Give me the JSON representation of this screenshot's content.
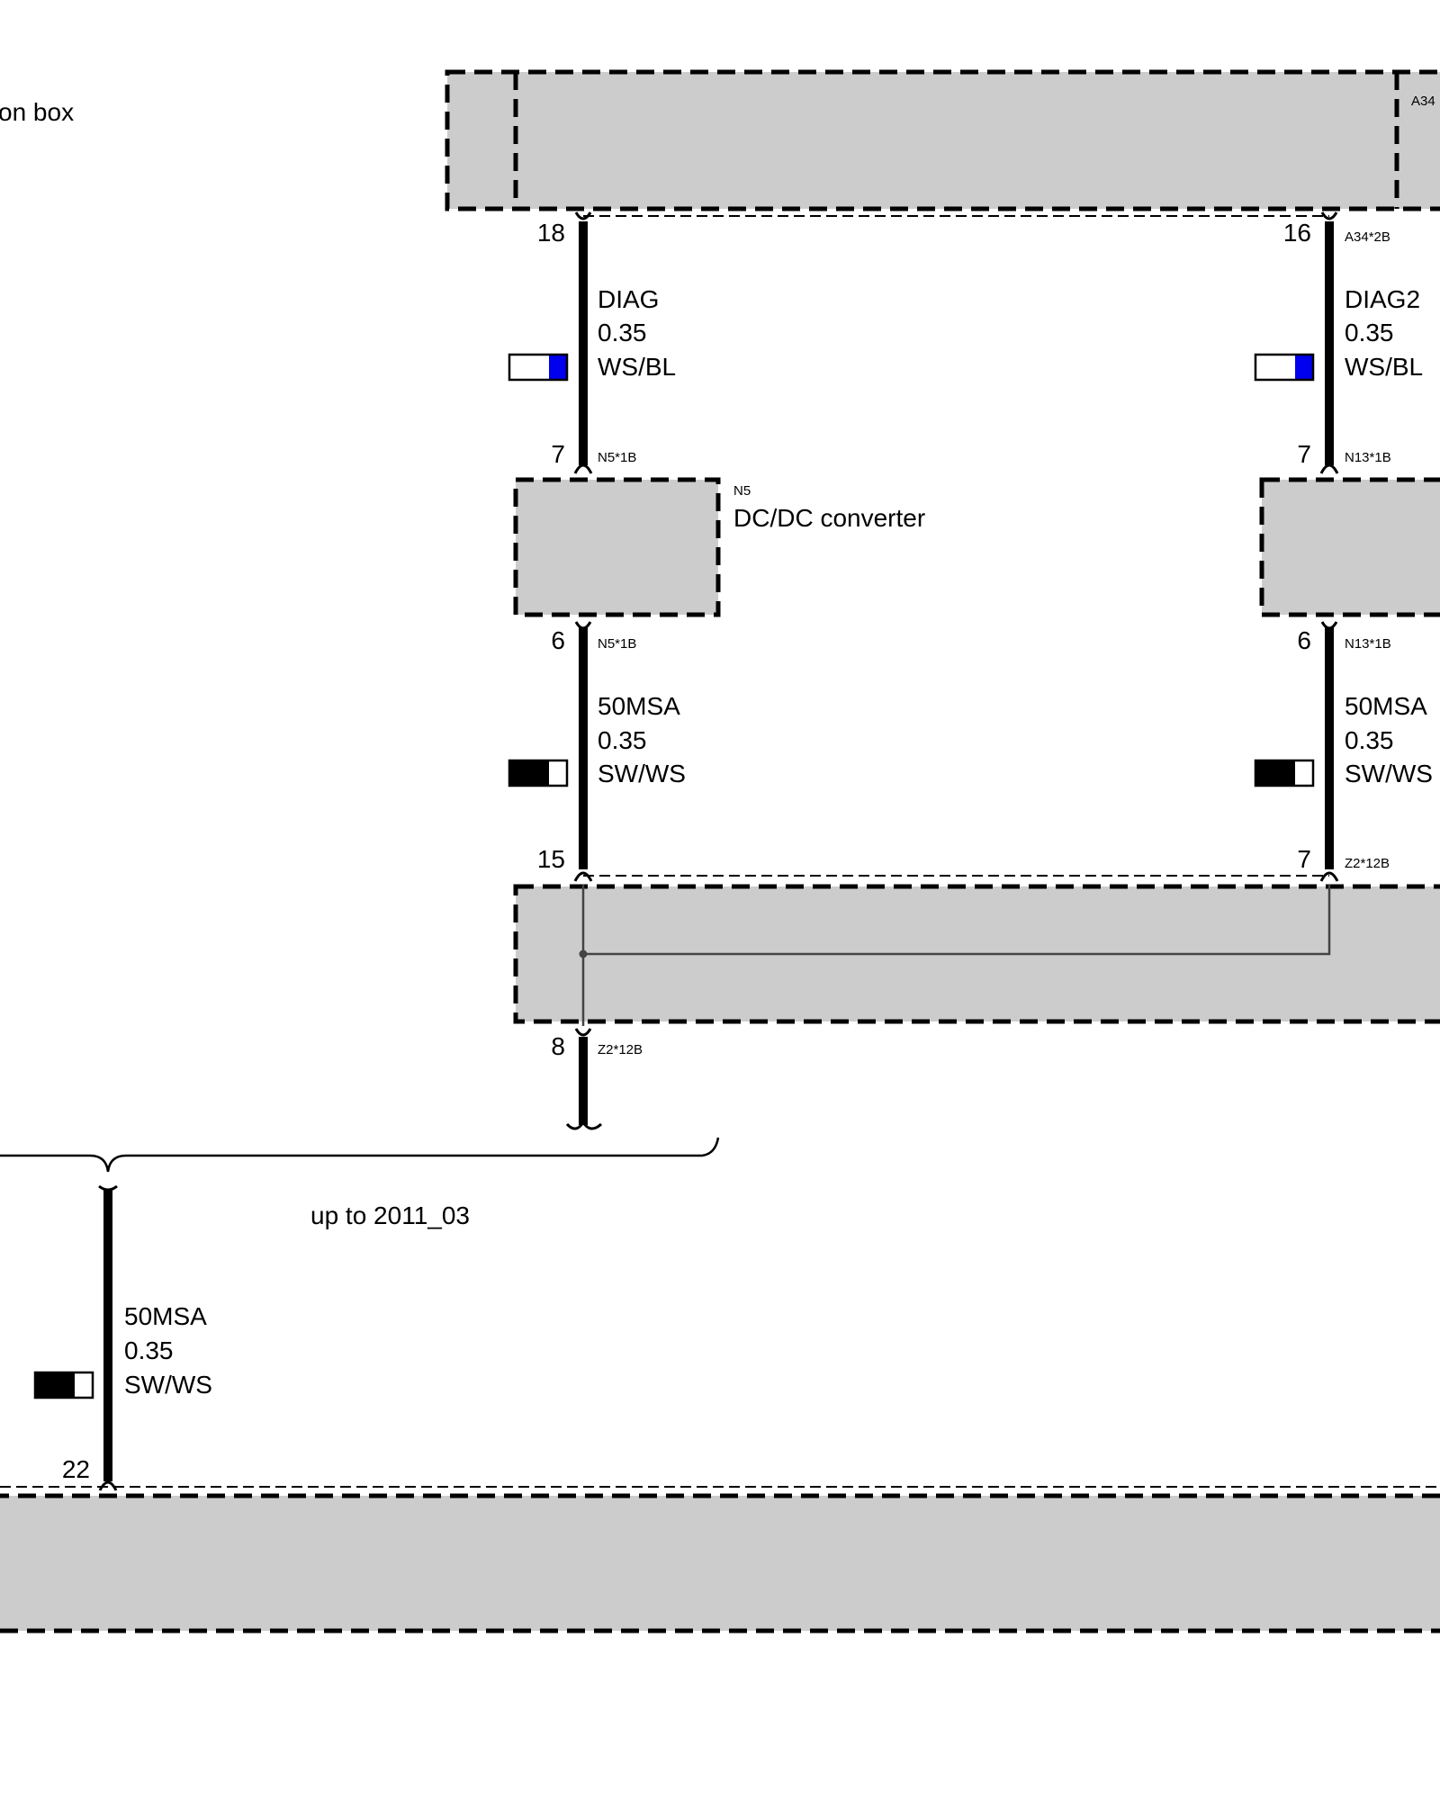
{
  "labels": {
    "junction_box_partial": "on box",
    "a34_tag": "A34",
    "n5_tag": "N5",
    "n5_name": "DC/DC converter",
    "date_range": "up to 2011_03"
  },
  "connectors": {
    "a34_2b": "A34*2B",
    "n5_1b_top": "N5*1B",
    "n13_1b_top": "N13*1B",
    "n5_1b_bottom": "N5*1B",
    "n13_1b_bottom": "N13*1B",
    "z2_12b_right": "Z2*12B",
    "z2_12b_bottom": "Z2*12B"
  },
  "pins": {
    "p18": "18",
    "p16": "16",
    "p7_left": "7",
    "p7_right": "7",
    "p6_left": "6",
    "p6_right": "6",
    "p15": "15",
    "p7_z2": "7",
    "p8": "8",
    "p22": "22"
  },
  "wires": [
    {
      "signal": "DIAG",
      "gauge": "0.35",
      "color": "WS/BL",
      "primary": "#ffffff",
      "secondary": "#0000ee"
    },
    {
      "signal": "DIAG2",
      "gauge": "0.35",
      "color": "WS/BL",
      "primary": "#ffffff",
      "secondary": "#0000ee"
    },
    {
      "signal": "50MSA",
      "gauge": "0.35",
      "color": "SW/WS",
      "primary": "#000000",
      "secondary": "#ffffff"
    },
    {
      "signal": "50MSA",
      "gauge": "0.35",
      "color": "SW/WS",
      "primary": "#000000",
      "secondary": "#ffffff"
    },
    {
      "signal": "50MSA",
      "gauge": "0.35",
      "color": "SW/WS",
      "primary": "#000000",
      "secondary": "#ffffff"
    }
  ],
  "colors": {
    "component_fill": "#cccccc",
    "wire": "#000000",
    "blue_stripe": "#0000ee"
  }
}
